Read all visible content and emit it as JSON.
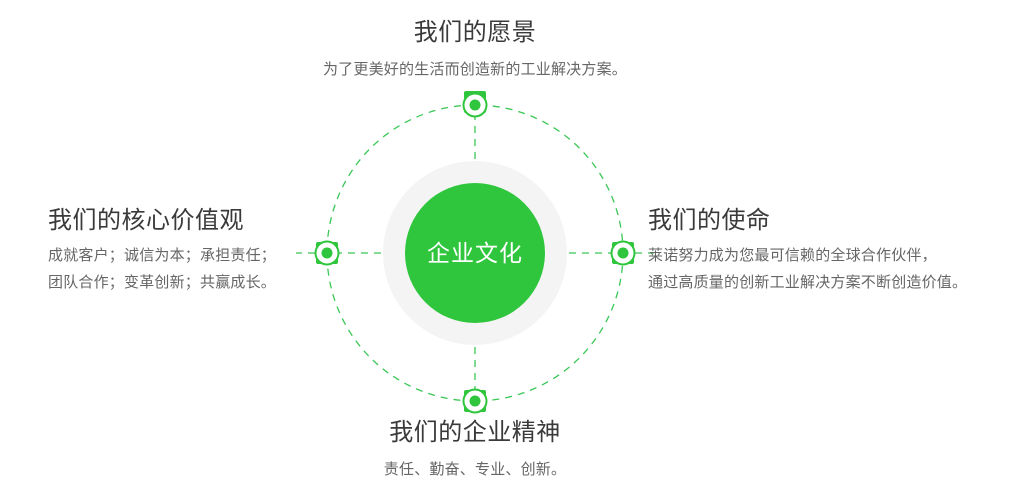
{
  "theme": {
    "accent_green": "#2FC63E",
    "dash_green": "#3BC757",
    "ring_gray": "#F4F4F4",
    "title_color": "#3a3a3a",
    "body_color": "#666666",
    "background": "#ffffff"
  },
  "center": {
    "label": "企业文化"
  },
  "blocks": {
    "vision": {
      "title": "我们的愿景",
      "lines": [
        "为了更美好的生活而创造新的工业解决方案。"
      ]
    },
    "values": {
      "title": "我们的核心价值观",
      "lines": [
        "成就客户；诚信为本；承担责任；",
        "团队合作；变革创新；共赢成长。"
      ]
    },
    "mission": {
      "title": "我们的使命",
      "lines": [
        "莱诺努力成为您最可信赖的全球合作伙伴，",
        "通过高质量的创新工业解决方案不断创造价值。"
      ]
    },
    "spirit": {
      "title": "我们的企业精神",
      "lines": [
        "责任、勤奋、专业、创新。"
      ]
    }
  },
  "nodes": [
    {
      "id": "node-top",
      "position": "top"
    },
    {
      "id": "node-right",
      "position": "right"
    },
    {
      "id": "node-bottom",
      "position": "bottom"
    },
    {
      "id": "node-left",
      "position": "left"
    }
  ]
}
